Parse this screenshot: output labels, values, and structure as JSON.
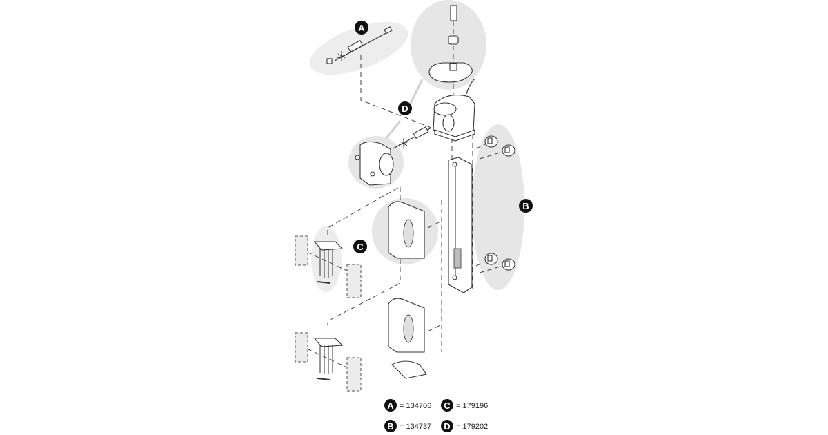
{
  "diagram": {
    "title": "Exploded view parts diagram",
    "callouts": [
      {
        "letter": "A"
      },
      {
        "letter": "B"
      },
      {
        "letter": "C"
      },
      {
        "letter": "D"
      }
    ],
    "legend": [
      {
        "letter": "A",
        "text": "= 134706"
      },
      {
        "letter": "B",
        "text": "= 134737"
      },
      {
        "letter": "C",
        "text": "= 179196"
      },
      {
        "letter": "D",
        "text": "= 179202"
      }
    ],
    "colors": {
      "highlight": "#e6e6e6",
      "callout": "#111111",
      "line": "#333333"
    }
  }
}
